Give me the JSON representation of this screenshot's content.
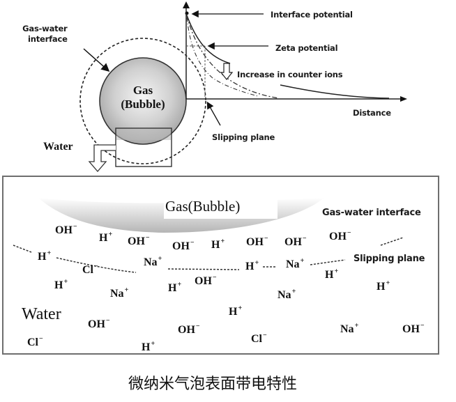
{
  "top_diagram": {
    "bubble_label_line1": "Gas",
    "bubble_label_line2": "(Bubble)",
    "gas_water_interface_line1": "Gas-water",
    "gas_water_interface_line2": "interface",
    "water_label": "Water",
    "interface_potential": "Interface potential",
    "zeta_potential": "Zeta potential",
    "increase_counter_ions": "Increase in counter ions",
    "distance_axis": "Distance",
    "slipping_plane": "Slipping plane"
  },
  "zoom_panel": {
    "bubble_label": "Gas(Bubble)",
    "gas_water_interface": "Gas-water interface",
    "slipping_plane": "Slipping plane",
    "water_label": "Water",
    "ions": [
      {
        "base": "OH",
        "charge": "−"
      },
      {
        "base": "H",
        "charge": "+"
      },
      {
        "base": "OH",
        "charge": "−"
      },
      {
        "base": "OH",
        "charge": "−"
      },
      {
        "base": "H",
        "charge": "+"
      },
      {
        "base": "OH",
        "charge": "−"
      },
      {
        "base": "OH",
        "charge": "−"
      },
      {
        "base": "OH",
        "charge": "−"
      },
      {
        "base": "H",
        "charge": "+"
      },
      {
        "base": "Cl",
        "charge": "−"
      },
      {
        "base": "Na",
        "charge": "+"
      },
      {
        "base": "H",
        "charge": "+"
      },
      {
        "base": "Na",
        "charge": "+"
      },
      {
        "base": "H",
        "charge": "+"
      },
      {
        "base": "H",
        "charge": "+"
      },
      {
        "base": "Na",
        "charge": "+"
      },
      {
        "base": "H",
        "charge": "+"
      },
      {
        "base": "OH",
        "charge": "−"
      },
      {
        "base": "Na",
        "charge": "+"
      },
      {
        "base": "H",
        "charge": "+"
      },
      {
        "base": "H",
        "charge": "+"
      },
      {
        "base": "OH",
        "charge": "−"
      },
      {
        "base": "OH",
        "charge": "−"
      },
      {
        "base": "Cl",
        "charge": "−"
      },
      {
        "base": "Na",
        "charge": "+"
      },
      {
        "base": "OH",
        "charge": "−"
      },
      {
        "base": "Cl",
        "charge": "−"
      },
      {
        "base": "H",
        "charge": "+"
      }
    ]
  },
  "caption": "微纳米气泡表面带电特性"
}
